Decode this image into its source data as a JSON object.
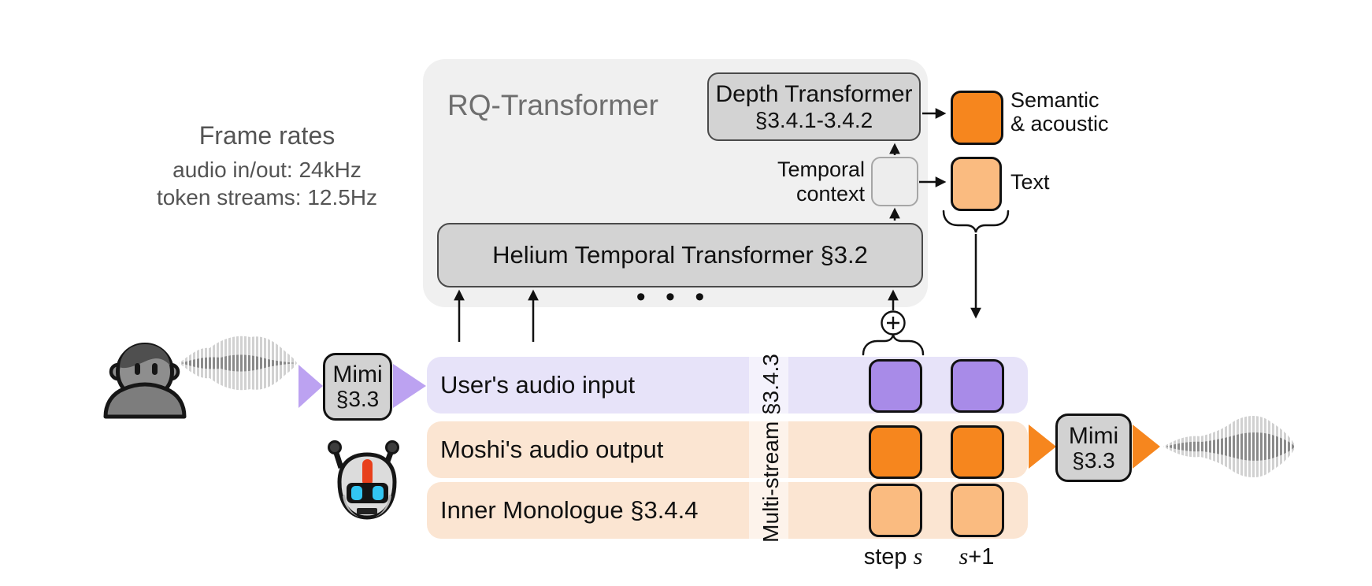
{
  "frame_rates": {
    "title": "Frame rates",
    "audio": "audio in/out: 24kHz",
    "tokens": "token streams: 12.5Hz"
  },
  "rq": {
    "label": "RQ-Transformer",
    "depth": {
      "line1": "Depth Transformer",
      "line2": "§3.4.1-3.4.2"
    },
    "temporal": {
      "line1": "Temporal",
      "line2": "context"
    },
    "helium": "Helium Temporal Transformer §3.2",
    "ellipsis": "• • •"
  },
  "outputs": {
    "semantic": {
      "line1": "Semantic",
      "line2": "& acoustic"
    },
    "text": "Text"
  },
  "codec": {
    "mimi_in": {
      "name": "Mimi",
      "section": "§3.3"
    },
    "mimi_out": {
      "name": "Mimi",
      "section": "§3.3"
    }
  },
  "streams": {
    "rows": [
      {
        "label": "User's audio input"
      },
      {
        "label": "Moshi's audio output"
      },
      {
        "label": "Inner Monologue §3.4.4"
      }
    ],
    "multistream": "Multi-stream §3.4.3"
  },
  "steps": {
    "step_prefix": "step",
    "var": "s",
    "plus_one": "+1"
  },
  "icons": {
    "sum_icon": "⊕",
    "person_icon": "person-bust",
    "robot_icon": "robot-face"
  },
  "colors": {
    "container_gray": "#f0f0f0",
    "box_gray": "#d3d3d3",
    "token_orange": "#f6861e",
    "token_light_orange": "#fabb80",
    "token_purple": "#a88be8",
    "band_purple": "#e7e3f9",
    "band_orange": "#fbe5d2",
    "triangle_purple": "#bca2f1",
    "text_gray": "#6e6e6e"
  }
}
